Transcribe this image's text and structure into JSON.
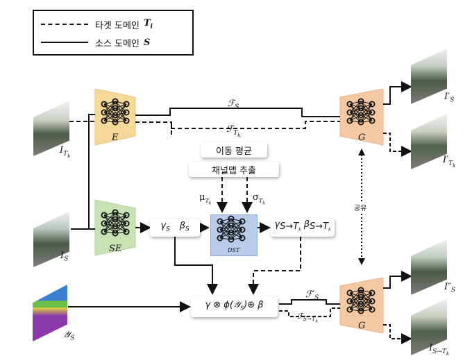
{
  "legend": {
    "target_text": "타겟 도메인",
    "target_symbol": "T",
    "target_symbol_sub": "i",
    "source_text": "소스 도메인",
    "source_symbol": "S"
  },
  "images": {
    "input_target": {
      "label": "I",
      "sub": "T",
      "subsub": "k"
    },
    "input_source": {
      "label": "I",
      "sub": "S"
    },
    "segmap": {
      "label": "𝒴",
      "sub": "S"
    },
    "out_source_recon": {
      "label": "I′",
      "sub": "S"
    },
    "out_target_recon": {
      "label": "I′",
      "sub": "T",
      "subsub": "k"
    },
    "out_source_double": {
      "label": "I″",
      "sub": "S"
    },
    "out_translated": {
      "label": "I",
      "sub": "S→T",
      "subsub": "k"
    }
  },
  "modules": {
    "encoder": "E",
    "seg_encoder": "SE",
    "generator_top": "G",
    "generator_bottom": "G",
    "dst": "DST"
  },
  "features": {
    "fs": "ℱ",
    "fs_sub": "S",
    "ft": "ℱ",
    "ft_sub": "T",
    "ft_subsub": "k",
    "fs_prime": "ℱ′",
    "fs_prime_sub": "S",
    "fst": "ℱ",
    "fst_sub": "S→T",
    "fst_subsub": "k"
  },
  "ops": {
    "moving_avg": "이동 평균",
    "channel_extract": "채널맵 추출",
    "shared": "공유",
    "mu": "μ",
    "mu_sub": "T",
    "mu_subsub": "k",
    "sigma": "σ",
    "sigma_sub": "T",
    "sigma_subsub": "k",
    "gamma_s": "γ",
    "gamma_s_sub": "S",
    "beta_s": "β",
    "beta_s_sub": "S",
    "gamma_st": "γ",
    "gamma_st_sub": "S→T",
    "gamma_st_subsub": "k",
    "beta_st": "β",
    "beta_st_sub": "S→T",
    "beta_st_subsub": "k",
    "fusion_formula": "γ ⊗ ϕ(𝒴",
    "fusion_sub": "S",
    "fusion_tail": ")⊕ β"
  },
  "colors": {
    "encoder": "#f6d79a",
    "seg_encoder": "#c9e2b4",
    "generator": "#f7c9a2",
    "dst": "#b8cdec"
  }
}
